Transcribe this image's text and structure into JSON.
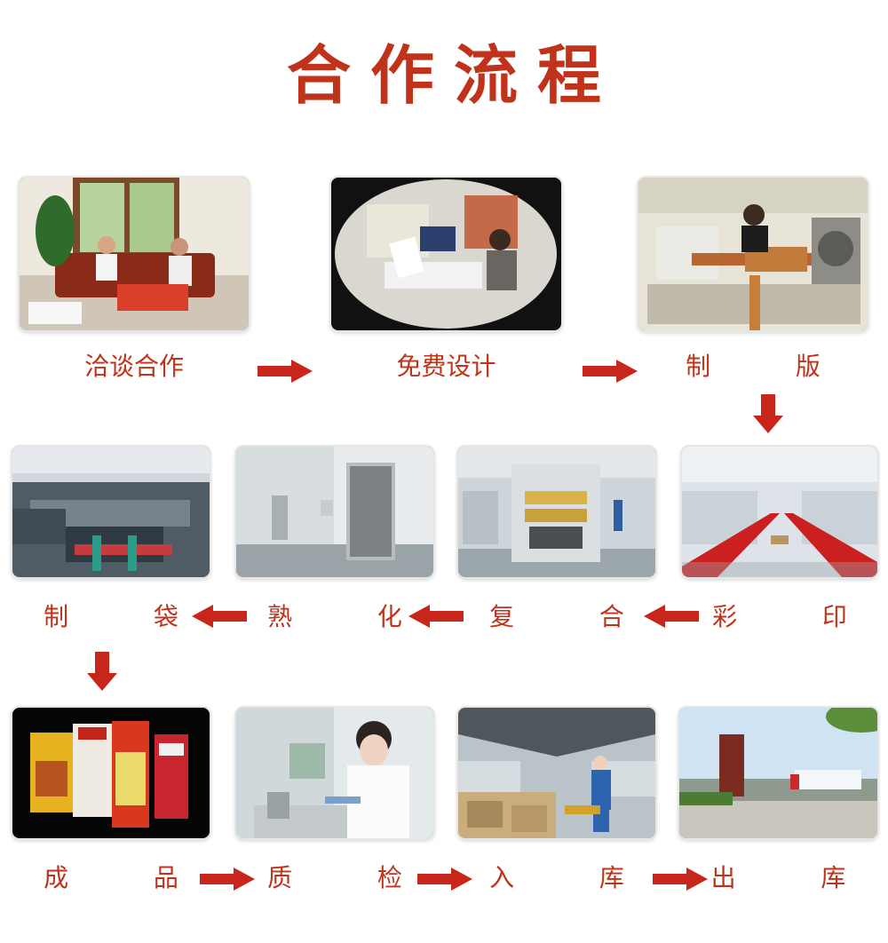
{
  "colors": {
    "title": "#c0331a",
    "label": "#c0331a",
    "arrow": "#c8261a"
  },
  "title": "合作流程",
  "steps": [
    {
      "label": "洽谈合作",
      "photo": "meeting-photo"
    },
    {
      "label": "免费设计",
      "photo": "design-photo"
    },
    {
      "label": "制  版",
      "photo": "platemaking-photo"
    },
    {
      "label": "彩  印",
      "photo": "printing-photo"
    },
    {
      "label": "复  合",
      "photo": "laminating-photo"
    },
    {
      "label": "熟  化",
      "photo": "curing-photo"
    },
    {
      "label": "制  袋",
      "photo": "bagmaking-photo"
    },
    {
      "label": "成  品",
      "photo": "products-photo"
    },
    {
      "label": "质  检",
      "photo": "inspection-photo"
    },
    {
      "label": "入  库",
      "photo": "warehouse-in-photo"
    },
    {
      "label": "出  库",
      "photo": "shipping-photo"
    }
  ],
  "arrow_icons": [
    "arrow-right-icon",
    "arrow-down-icon",
    "arrow-left-icon"
  ]
}
